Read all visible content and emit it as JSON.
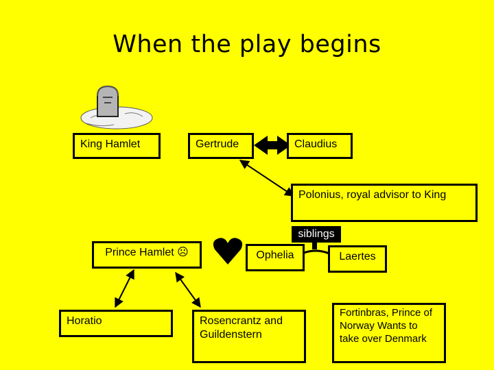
{
  "title": "When the play begins",
  "nodes": {
    "king_hamlet": "King Hamlet",
    "gertrude": "Gertrude",
    "claudius": "Claudius",
    "polonius": "Polonius, royal advisor to King",
    "prince_hamlet": "Prince Hamlet ☹",
    "ophelia": "Ophelia",
    "laertes": "Laertes",
    "horatio": "Horatio",
    "rosencrantz": "Rosencrantz and Guildenstern",
    "fortinbras": "Fortinbras, Prince of Norway Wants to take over Denmark"
  },
  "siblings_label": "siblings",
  "icons": [
    "gravestone-icon",
    "heart-icon"
  ],
  "colors": {
    "background": "#ffff00",
    "border": "#000000"
  }
}
